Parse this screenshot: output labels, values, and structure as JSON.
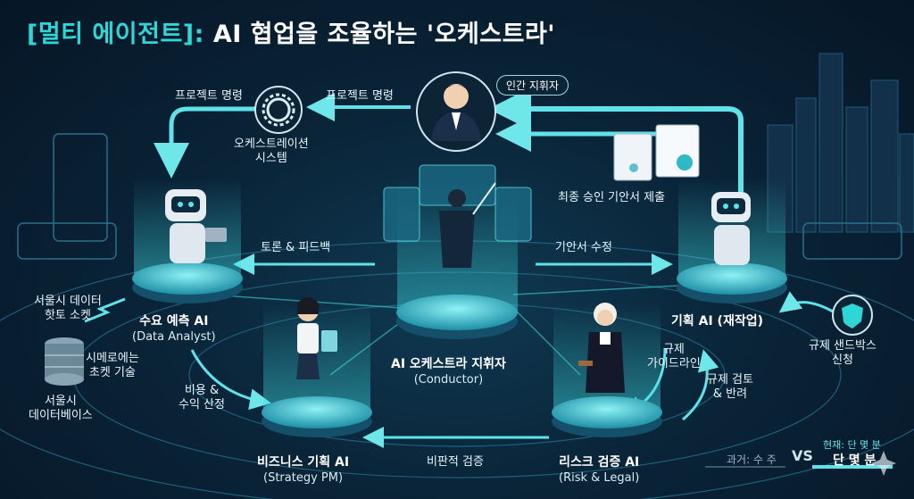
{
  "title": {
    "prefix": "[멀티 에이전트]:",
    "rest": " AI 협업을 조율하는 '오케스트라'"
  },
  "human": {
    "label": "인간 지휘자"
  },
  "orchestration_system": {
    "line1": "오케스트레이션",
    "line2": "시스템"
  },
  "conductor": {
    "name": "AI 오케스트라 지휘자",
    "role": "(Conductor)"
  },
  "agents": {
    "demand": {
      "name": "수요 예측 AI",
      "role": "(Data Analyst)"
    },
    "business": {
      "name": "비즈니스 기획 AI",
      "role": "(Strategy PM)"
    },
    "risk": {
      "name": "리스크 검증 AI",
      "role": "(Risk & Legal)"
    },
    "planning": {
      "name": "기획 AI (재작업)"
    }
  },
  "flows": {
    "prompt_cmd_left": "프로젝트 명령",
    "prompt_cmd_right": "프로젝트 명령",
    "final_approval": "최종 승인 기안서 제출",
    "debate_feedback": "토론 & 피드백",
    "draft_revision": "기안서 수정",
    "cost_revenue": "비용 &\n수익 산정",
    "critical_review": "비판적 검증",
    "reg_guideline": "규제\n가이드라인",
    "reg_review": "규제 검토\n& 반려",
    "sandbox": "규제 샌드박스\n신청"
  },
  "data_sources": {
    "seoul_hotspot": "서울시 데이터\n핫토 소켓",
    "simeiro": "시메로에는\n초켓 기술",
    "seoul_db": "서울시\n데이터베이스"
  },
  "legend": {
    "past": "과거: 수 주",
    "vs": "VS",
    "now_top": "현재: 단 몇 분",
    "now_main": "단 몇 분"
  },
  "colors": {
    "accent": "#2fd6d8",
    "arrow": "#5fe3e8",
    "bg": "#071a2b"
  }
}
